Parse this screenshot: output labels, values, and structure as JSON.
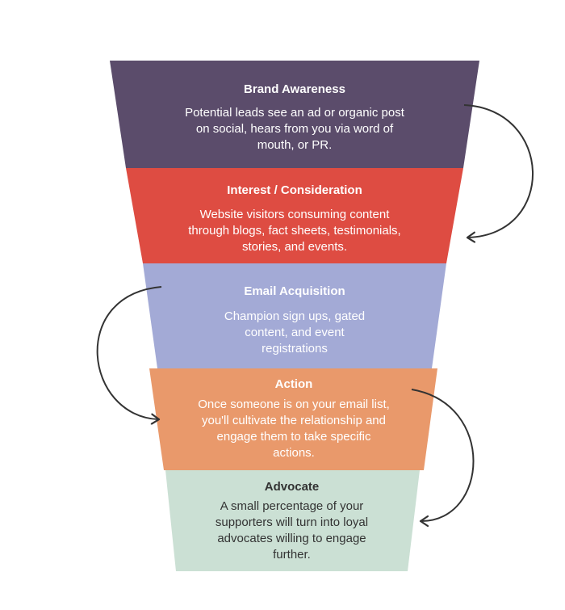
{
  "colors": {
    "brand_awareness": "#5b4c6b",
    "interest": "#de4c42",
    "email": "#a3aad6",
    "action": "#e9996b",
    "advocate": "#cbe0d4",
    "arrow": "#333333"
  },
  "stages": [
    {
      "title": "Brand Awareness",
      "lines": [
        "Potential leads see an ad or organic post",
        "on social, hears from you via word of",
        "mouth, or PR."
      ]
    },
    {
      "title": "Interest / Consideration",
      "lines": [
        "Website visitors consuming content",
        "through blogs, fact sheets, testimonials,",
        "stories, and events."
      ]
    },
    {
      "title": "Email Acquisition",
      "lines": [
        "Champion sign ups, gated",
        "content, and event",
        "registrations"
      ]
    },
    {
      "title": "Action",
      "lines": [
        "Once someone is on your email list,",
        "you'll cultivate the relationship and",
        "engage them to take specific",
        "actions."
      ]
    },
    {
      "title": "Advocate",
      "lines": [
        "A small percentage of your",
        "supporters will turn into loyal",
        "advocates willing to engage",
        "further."
      ]
    }
  ]
}
